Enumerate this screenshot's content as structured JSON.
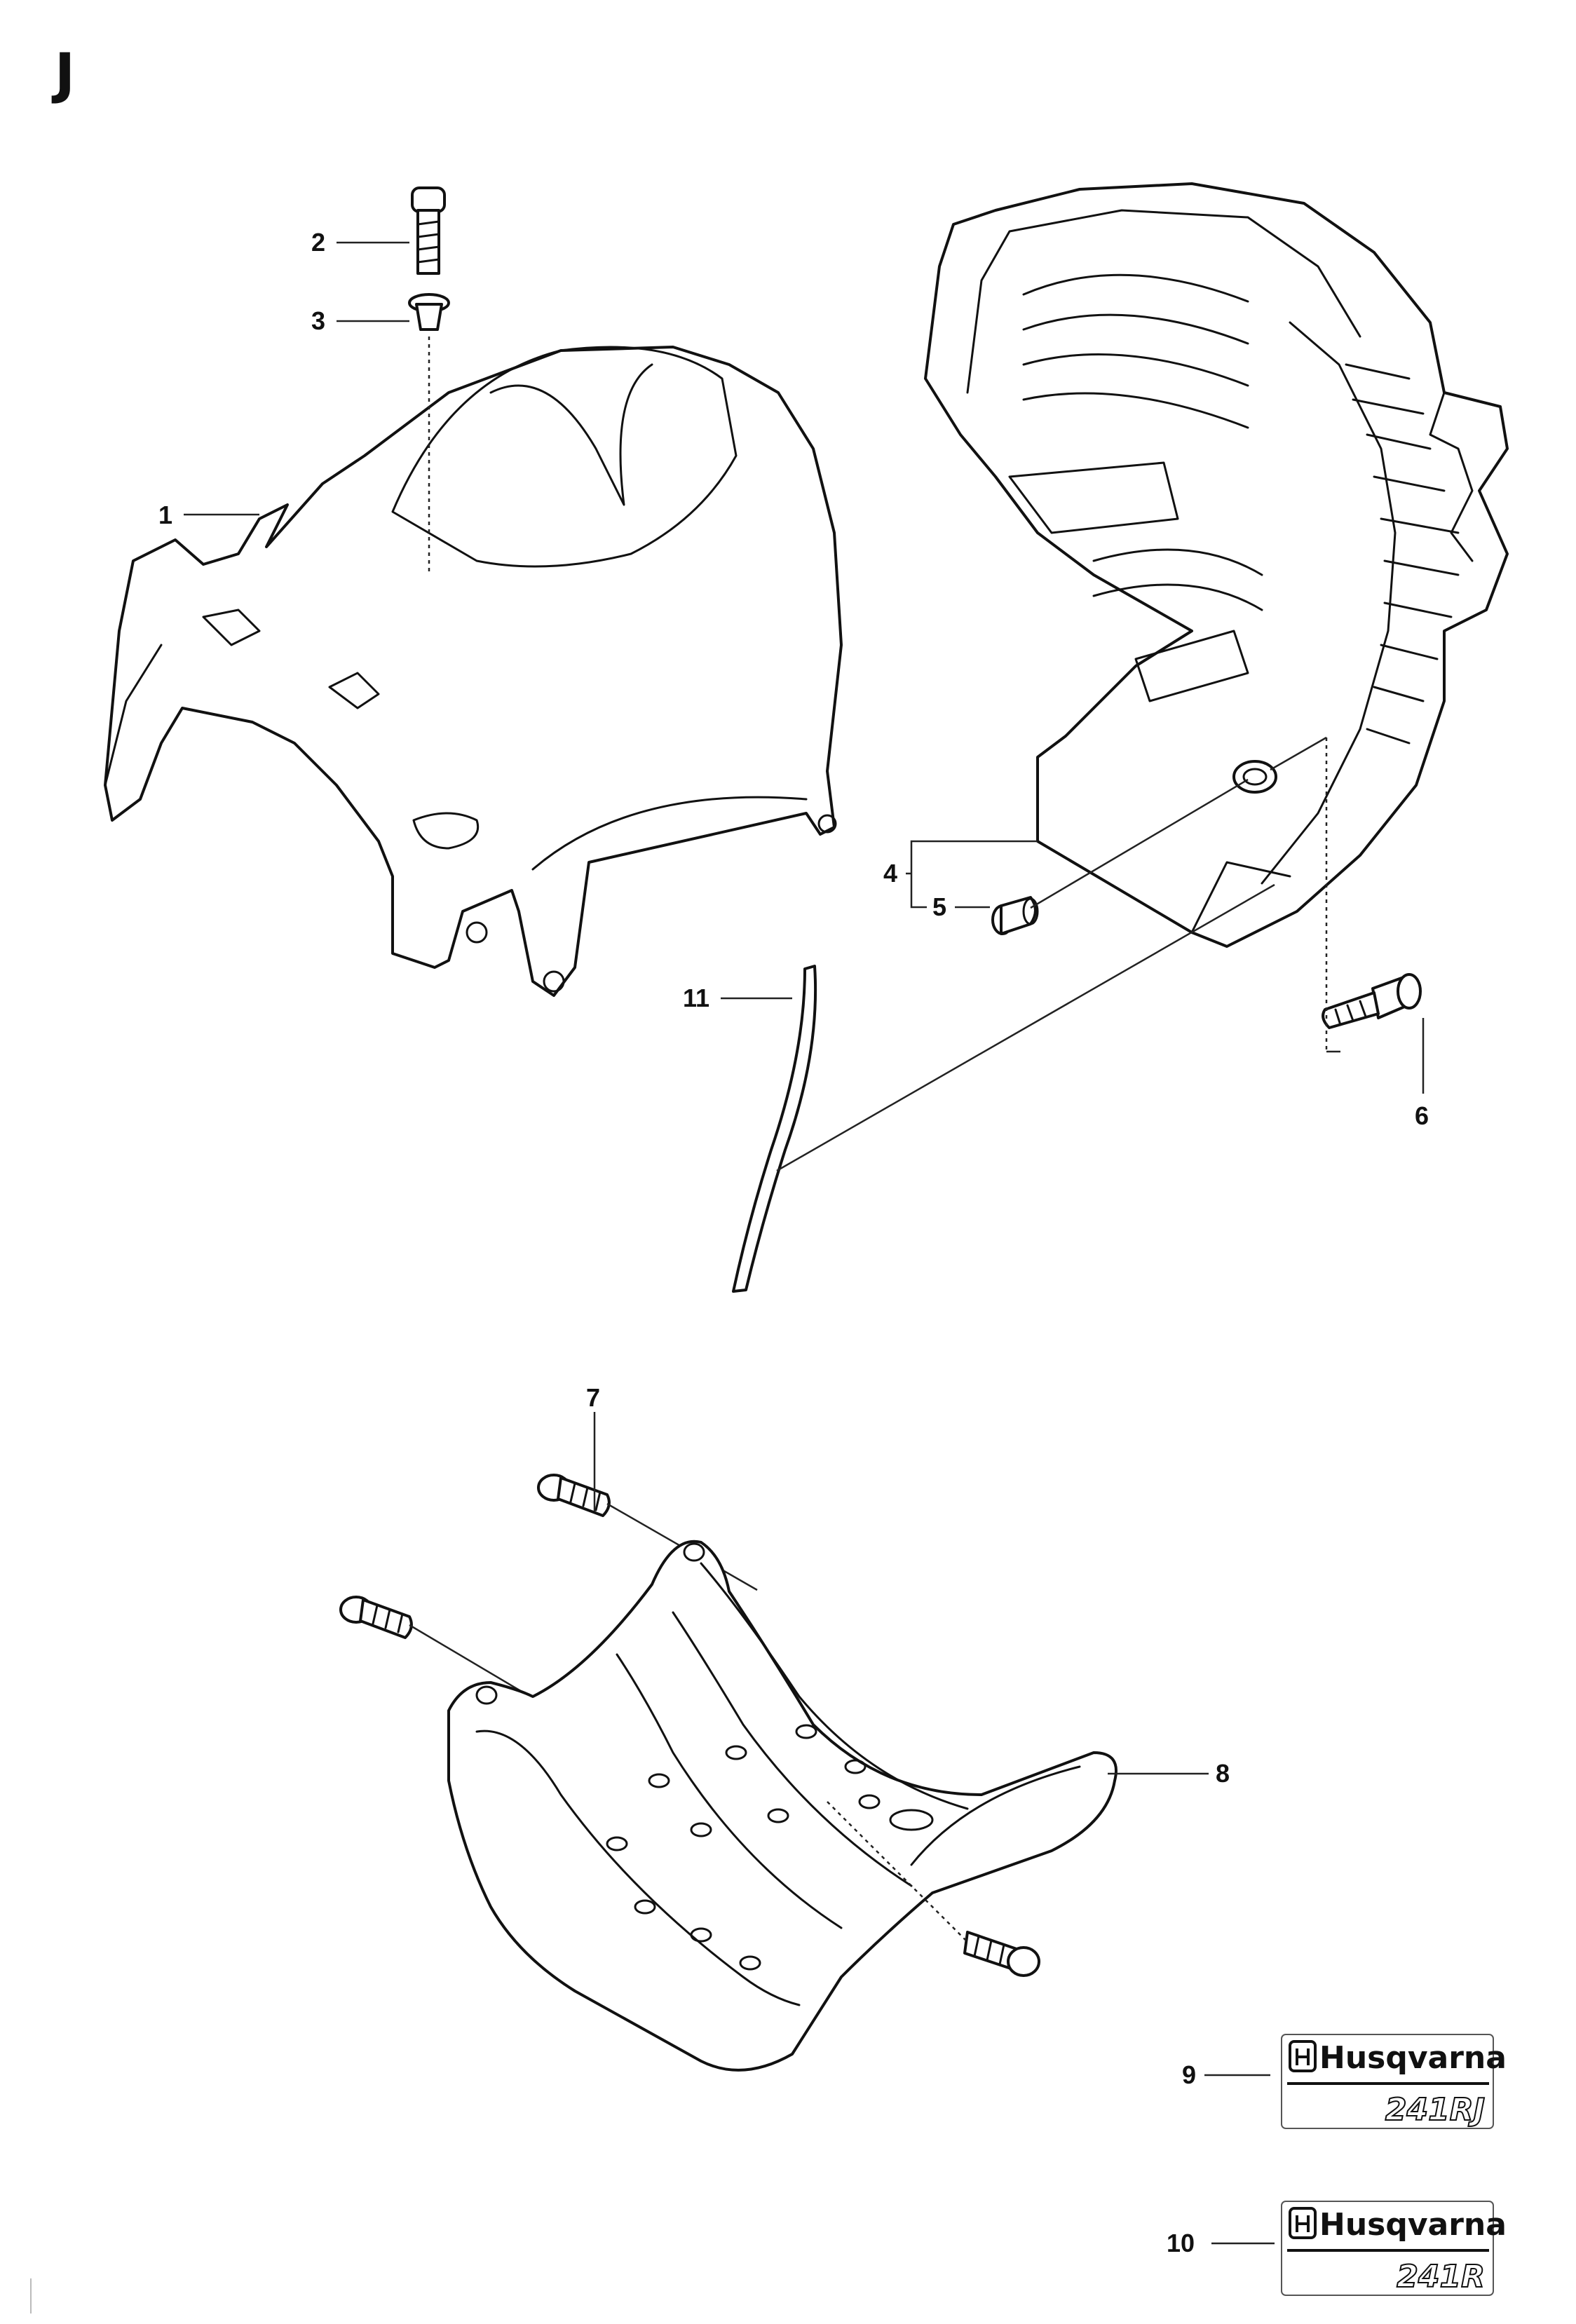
{
  "section_letter": "J",
  "callouts": {
    "c1": "1",
    "c2": "2",
    "c3": "3",
    "c4": "4",
    "c5": "5",
    "c6": "6",
    "c7": "7",
    "c8": "8",
    "c9": "9",
    "c10": "10",
    "c11": "11"
  },
  "decals": {
    "decal9": {
      "brand": "Husqvarna",
      "model": "241RJ"
    },
    "decal10": {
      "brand": "Husqvarna",
      "model": "241R"
    }
  },
  "colors": {
    "line": "#111111",
    "background": "#ffffff"
  }
}
